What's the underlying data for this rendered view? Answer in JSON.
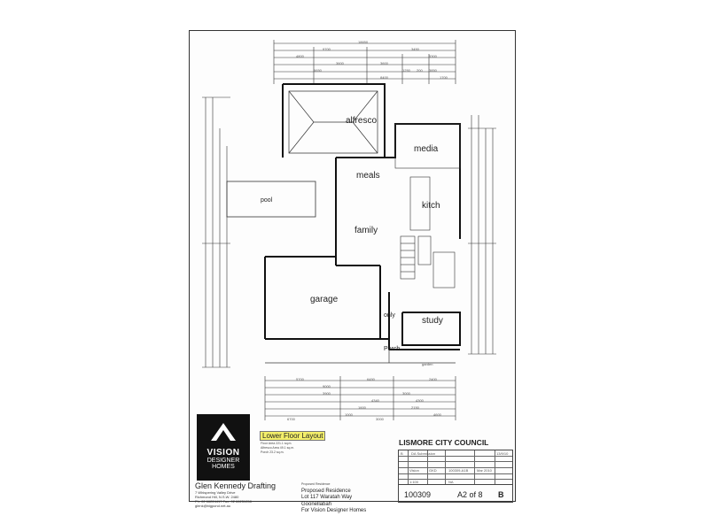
{
  "rooms": {
    "alfresco": "alfresco",
    "media": "media",
    "meals": "meals",
    "kitch": "kitch",
    "family": "family",
    "pool": "pool",
    "garage": "garage",
    "only": "only",
    "study": "study",
    "porch": "Porch",
    "garden": "garden"
  },
  "dimensions": {
    "top": [
      "18650",
      "9700",
      "3450",
      "5300",
      "4800",
      "3600",
      "3600",
      "6650",
      "1250",
      "200",
      "3850",
      "1700",
      "8400"
    ],
    "bottom": [
      "5700",
      "6450",
      "9000",
      "2400",
      "3900",
      "3000",
      "4340",
      "4300",
      "1600",
      "2150",
      "1000",
      "4600",
      "6700",
      "3000"
    ]
  },
  "layout_label": "Lower Floor Layout",
  "areas": [
    "Floor Area 221.1 sq.m.",
    "Alfresco Area 49.1 sq.m.",
    "Porch 23.2 sq.m."
  ],
  "logo": {
    "brand": "VISION",
    "sub": [
      "DESIGNER",
      "HOMES"
    ]
  },
  "council": "LISMORE CITY COUNCIL",
  "title_table": {
    "rev": "B",
    "desc": "DA Submission",
    "date": "13/9/10",
    "drawn": "Vision",
    "checked": "GKD",
    "drawing_no": "100309-A1B",
    "job_date": "Mar 2010",
    "scale": "1:100",
    "size": "NA"
  },
  "drafter": {
    "name": "Glen Kennedy Drafting",
    "address": [
      "7 Whispering Valley Drive",
      "Richmond Hill, N.S.W. 2480",
      "Ph. 02 66224417   Fax. 02 66251058",
      "glenk@bigpond.net.au"
    ]
  },
  "project": {
    "heading": "Proposed Residence",
    "lines": [
      "Proposed Residence",
      "Lot 117 Waratah Way",
      "Goonellabah",
      "For Vision Designer Homes"
    ]
  },
  "job_no": "100309",
  "sheet_no": "A2 of 8",
  "revision": "B"
}
